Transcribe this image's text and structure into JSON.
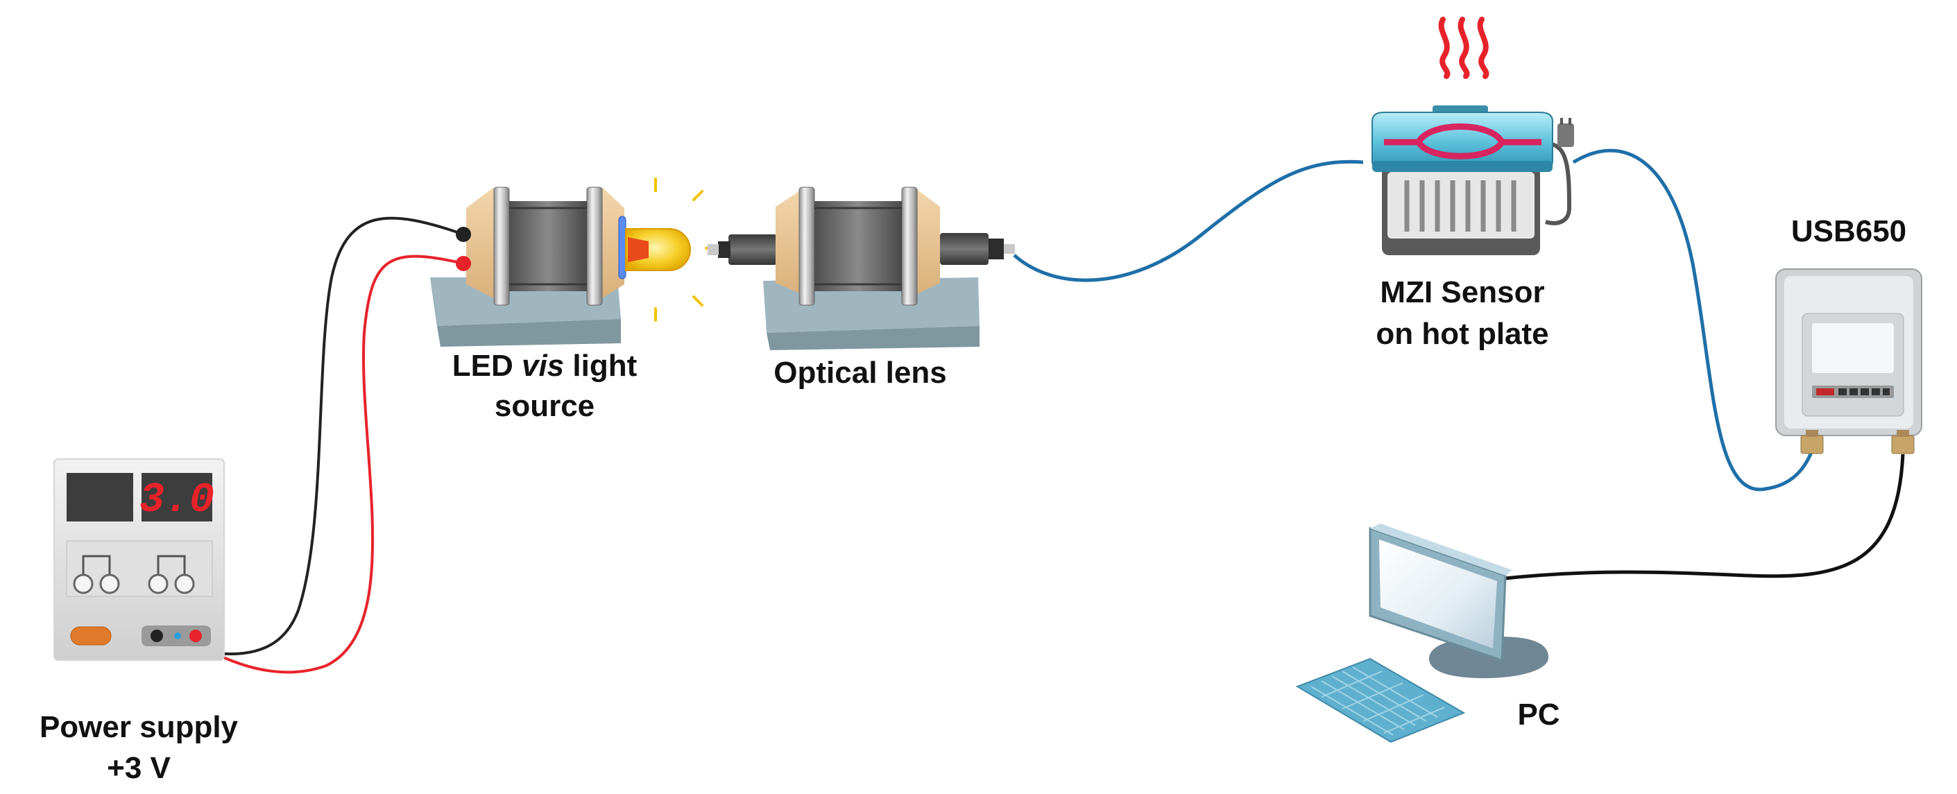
{
  "labels": {
    "power_supply_line1": "Power supply",
    "power_supply_line2": "+3 V",
    "led_prefix": "LED ",
    "led_italic": "vis",
    "led_suffix": " light",
    "led_line2": "source",
    "optical_lens": "Optical lens",
    "mzi_line1": "MZI Sensor",
    "mzi_line2": "on hot plate",
    "usb650": "USB650",
    "pc": "PC"
  },
  "power_supply": {
    "display_value": "3.0"
  },
  "colors": {
    "fiber": "#1e6fa8",
    "wire_red": "#e8222a",
    "wire_black": "#222222",
    "led_glow": "#f2c200",
    "led_emitter": "#e84a1a",
    "heat": "#e8222a",
    "hotplate_cover": "#5ec3dd",
    "mzi_ring": "#d8245f",
    "monitor_frame": "#a9c6d6",
    "keyboard": "#5fb0cf",
    "display_digits": "#e8222a"
  },
  "icons": {
    "power_supply": "power-supply-icon",
    "led_source": "led-light-source-icon",
    "lens": "optical-lens-icon",
    "hot_plate": "hot-plate-icon",
    "heat": "heat-waves-icon",
    "spectrometer": "usb650-spectrometer-icon",
    "pc": "desktop-pc-icon"
  }
}
